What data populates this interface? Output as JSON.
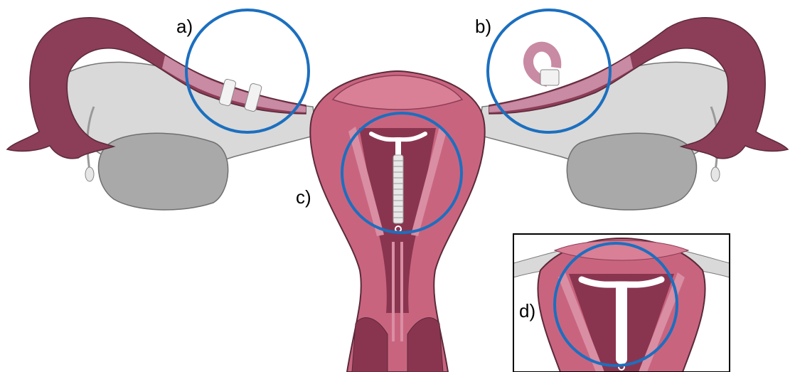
{
  "labels": {
    "a": "a)",
    "b": "b)",
    "c": "c)",
    "d": "d)"
  },
  "colors": {
    "tube_outer": "#8c3d57",
    "tube_inner": "#c98aa3",
    "uterus_wall": "#c9647f",
    "uterus_cavity": "#8a3550",
    "muscle_light": "#d98ea3",
    "ovary": "#a9a9a9",
    "ligament": "#d9d9d9",
    "highlight_circle": "#1c6fbf",
    "device": "#ffffff",
    "outline": "#5a2a3a"
  },
  "icons": {
    "a": "tubal-clip-icon",
    "b": "tubal-ring-icon",
    "c": "copper-iud-icon",
    "d": "hormonal-iud-icon"
  }
}
